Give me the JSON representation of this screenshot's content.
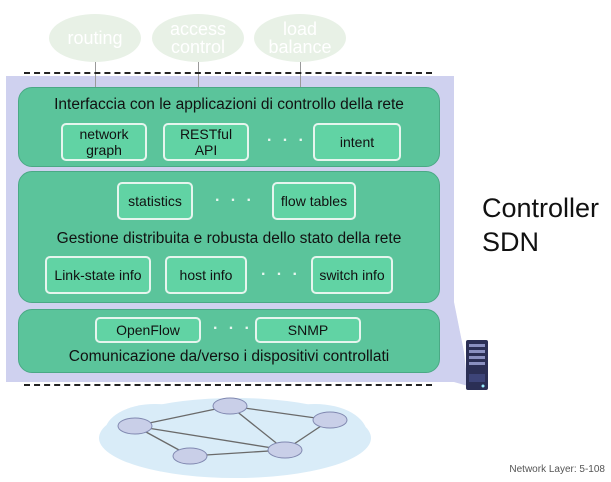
{
  "apps": [
    {
      "label_l1": "routing",
      "label_l2": ""
    },
    {
      "label_l1": "access",
      "label_l2": "control"
    },
    {
      "label_l1": "load",
      "label_l2": "balance"
    }
  ],
  "layers": {
    "northbound": {
      "title": "Interfaccia con le applicazioni di controllo della rete",
      "boxes": [
        {
          "l1": "network",
          "l2": "graph"
        },
        {
          "l1": "RESTful",
          "l2": "API"
        },
        {
          "l1": "intent",
          "l2": ""
        }
      ],
      "dots": "· · ·"
    },
    "state": {
      "title": "Gestione distribuita e robusta dello stato della rete",
      "top_boxes": [
        "statistics",
        "flow tables"
      ],
      "bottom_boxes": [
        "Link-state info",
        "host info",
        "switch info"
      ],
      "dots": "· · ·"
    },
    "southbound": {
      "title": "Comunicazione da/verso i dispositivi controllati",
      "boxes": [
        "OpenFlow",
        "SNMP"
      ],
      "dots": "· · ·"
    }
  },
  "controller_label": {
    "l1": "Controller",
    "l2": "SDN"
  },
  "footer": "Network Layer: 5-108",
  "colors": {
    "layer": "#5bc49b",
    "box": "#61d3a4",
    "panel": "#cfd1ef",
    "app": "#e8f1e6"
  },
  "icons": [
    "server-icon",
    "router-icon"
  ]
}
